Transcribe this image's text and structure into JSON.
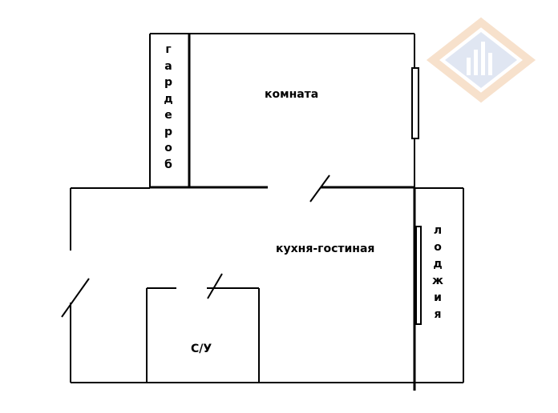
{
  "rooms": {
    "room": "комната",
    "kitchen": "кухня-гостиная",
    "bathroom": "С/У"
  },
  "vertical": {
    "wardrobe": [
      "г",
      "а",
      "р",
      "д",
      "е",
      "р",
      "о",
      "б"
    ],
    "loggia": [
      "л",
      "о",
      "д",
      "ж",
      "и",
      "я"
    ]
  },
  "logo": {
    "primary_color": "#f2c9a4",
    "secondary_color": "#c7d3e8"
  }
}
